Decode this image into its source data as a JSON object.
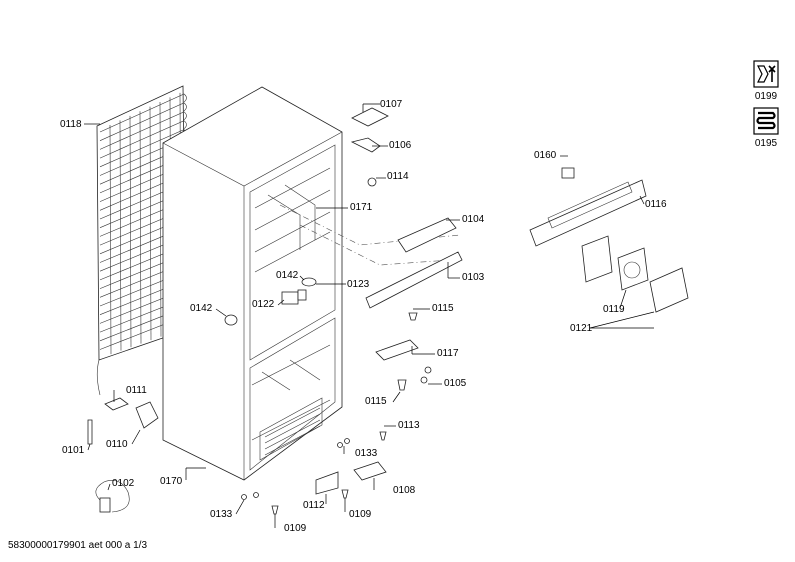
{
  "footer": "58300000179901 aet 000 a 1/3",
  "side_icons": [
    {
      "label": "0199",
      "icon": "service-wrench-icon"
    },
    {
      "label": "0195",
      "icon": "heater-coil-icon"
    }
  ],
  "parts": [
    {
      "name": "label-0118",
      "text": "0118"
    },
    {
      "name": "label-0107",
      "text": "0107"
    },
    {
      "name": "label-0106",
      "text": "0106"
    },
    {
      "name": "label-0114",
      "text": "0114"
    },
    {
      "name": "label-0171",
      "text": "0171"
    },
    {
      "name": "label-0104",
      "text": "0104"
    },
    {
      "name": "label-0103",
      "text": "0103"
    },
    {
      "name": "label-0142a",
      "text": "0142"
    },
    {
      "name": "label-0142b",
      "text": "0142"
    },
    {
      "name": "label-0123",
      "text": "0123"
    },
    {
      "name": "label-0122",
      "text": "0122"
    },
    {
      "name": "label-0115a",
      "text": "0115"
    },
    {
      "name": "label-0117",
      "text": "0117"
    },
    {
      "name": "label-0105",
      "text": "0105"
    },
    {
      "name": "label-0115b",
      "text": "0115"
    },
    {
      "name": "label-0113",
      "text": "0113"
    },
    {
      "name": "label-0133a",
      "text": "0133"
    },
    {
      "name": "label-0108",
      "text": "0108"
    },
    {
      "name": "label-0112",
      "text": "0112"
    },
    {
      "name": "label-0109a",
      "text": "0109"
    },
    {
      "name": "label-0109b",
      "text": "0109"
    },
    {
      "name": "label-0133b",
      "text": "0133"
    },
    {
      "name": "label-0170",
      "text": "0170"
    },
    {
      "name": "label-0111",
      "text": "0111"
    },
    {
      "name": "label-0110",
      "text": "0110"
    },
    {
      "name": "label-0101",
      "text": "0101"
    },
    {
      "name": "label-0102",
      "text": "0102"
    },
    {
      "name": "label-0160",
      "text": "0160"
    },
    {
      "name": "label-0116",
      "text": "0116"
    },
    {
      "name": "label-0119",
      "text": "0119"
    },
    {
      "name": "label-0121",
      "text": "0121"
    }
  ]
}
